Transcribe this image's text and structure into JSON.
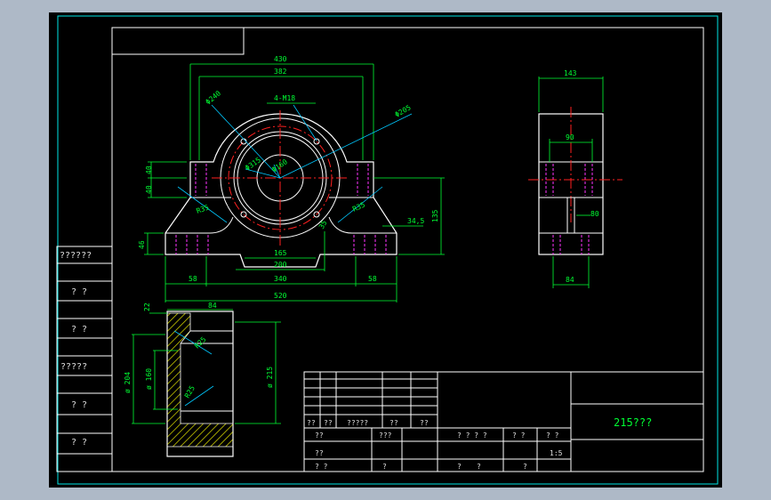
{
  "colors": {
    "background_outer": "#aeb9c7",
    "canvas": "#000000",
    "frame": "#00e6e6",
    "outline": "#ffffff",
    "dimension": "#00ff33",
    "center_line": "#ff2020",
    "hidden_line": "#ff33ff",
    "hatch": "#e6e600",
    "leader": "#00c8ff",
    "text": "#e0e0e0"
  },
  "front_view": {
    "dims": {
      "d430": "430",
      "d382": "382",
      "d4m18": "4-M18",
      "phi240": "Φ240",
      "phi205": "Φ205",
      "phi315": "Φ315",
      "phi160": "Φ160",
      "d40a": "40",
      "d40b": "40",
      "d46": "46",
      "r35a": "R35",
      "r35b": "R35",
      "d35": "35",
      "d34_5": "34,5",
      "d135": "135",
      "d165": "165",
      "d200": "200",
      "d340": "340",
      "d520": "520",
      "d58a": "58",
      "d58b": "58"
    }
  },
  "side_view": {
    "dims": {
      "d143": "143",
      "d90": "90",
      "d80": "80",
      "d84": "84"
    }
  },
  "section_view": {
    "dims": {
      "d22": "22",
      "d84": "84",
      "r25a": "R25",
      "r25b": "R25",
      "dia204": "ø 204",
      "dia160": "ø 160",
      "dia215": "ø 215"
    }
  },
  "left_strip": {
    "labels": [
      "??????",
      "? ?",
      "? ?",
      "?????",
      "? ?",
      "? ?"
    ]
  },
  "title_block": {
    "row1": [
      "??",
      "??",
      "?????",
      "??",
      "??"
    ],
    "row2": [
      "??",
      "???",
      "? ? ? ?",
      "? ?",
      "? ?"
    ],
    "scale": "1:5",
    "row3": [
      "??",
      "? ?",
      "?",
      "?",
      "?",
      "?"
    ],
    "drawing_name": "215???"
  }
}
